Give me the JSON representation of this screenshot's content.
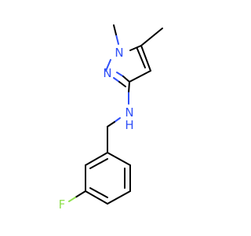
{
  "molecule": {
    "atoms": [
      {
        "id": "N1",
        "label": "N",
        "color": "#3050F8"
      },
      {
        "id": "N2",
        "label": "N",
        "color": "#3050F8"
      },
      {
        "id": "NH",
        "label": "N",
        "color": "#3050F8"
      },
      {
        "id": "H",
        "label": "H",
        "color": "#3050F8"
      },
      {
        "id": "F",
        "label": "F",
        "color": "#90E050"
      }
    ],
    "colors": {
      "carbon_bond": "#000000",
      "nitrogen": "#3050F8",
      "fluorine": "#90E050"
    }
  }
}
